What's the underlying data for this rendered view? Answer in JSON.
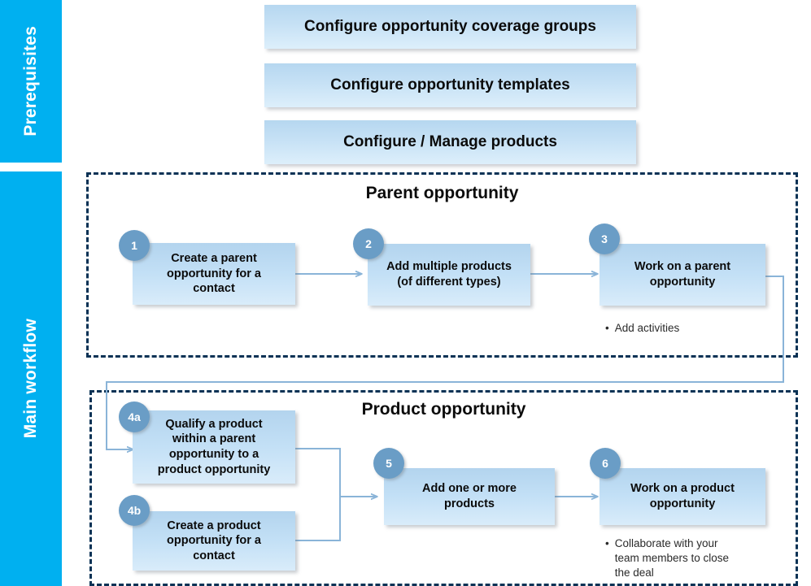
{
  "sidebars": [
    {
      "label": "Prerequisites",
      "color": "#00B0F0"
    },
    {
      "label": "Main workflow",
      "color": "#00B0F0"
    }
  ],
  "prerequisites": {
    "boxes": [
      {
        "label": "Configure opportunity coverage groups"
      },
      {
        "label": "Configure opportunity templates"
      },
      {
        "label": "Configure / Manage products"
      }
    ]
  },
  "sections": [
    {
      "id": "parent",
      "title": "Parent opportunity",
      "steps": [
        {
          "badge": "1",
          "label": "Create a parent\nopportunity for a\ncontact"
        },
        {
          "badge": "2",
          "label": "Add multiple products\n(of different types)"
        },
        {
          "badge": "3",
          "label": "Work on a parent\nopportunity"
        }
      ],
      "notes": [
        {
          "text": "Add activities"
        }
      ]
    },
    {
      "id": "product",
      "title": "Product opportunity",
      "steps": [
        {
          "badge": "4a",
          "label": "Qualify a product\nwithin a parent\nopportunity to a\nproduct opportunity"
        },
        {
          "badge": "4b",
          "label": "Create a product\nopportunity for a\ncontact"
        },
        {
          "badge": "5",
          "label": "Add one or more\nproducts"
        },
        {
          "badge": "6",
          "label": "Work on a product\nopportunity"
        }
      ],
      "notes": [
        {
          "text": "Collaborate with your\nteam members to close\nthe deal"
        }
      ]
    }
  ],
  "colors": {
    "sidebar": "#00B0F0",
    "box_gradient_top": "#b3d4ee",
    "box_gradient_bottom": "#d9ecfa",
    "badge": "#6a9dc6",
    "connector": "#8ab4d8",
    "section_border": "#0a3255",
    "text": "#0b0b0b"
  },
  "bullet_glyph": "•"
}
